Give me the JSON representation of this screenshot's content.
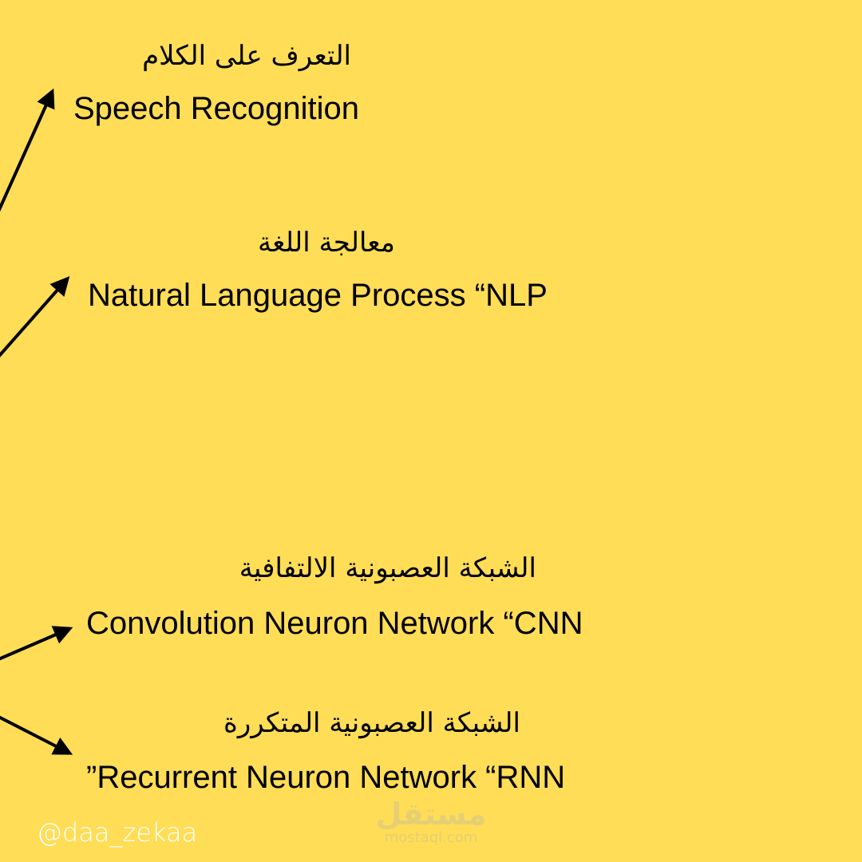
{
  "items": [
    {
      "arabic": "التعرف على الكلام",
      "english": "Speech Recognition"
    },
    {
      "arabic": "معالجة اللغة",
      "english": "Natural Language Process “NLP"
    },
    {
      "arabic": "الشبكة العصبونية الالتفافية",
      "english": "Convolution Neuron Network “CNN"
    },
    {
      "arabic": "الشبكة العصبونية المتكررة",
      "english": "”Recurrent Neuron Network “RNN"
    }
  ],
  "footer": {
    "handle": "@daa_zekaa",
    "watermark_arabic": "مستقل",
    "watermark_domain": "mostaql.com"
  },
  "colors": {
    "background": "#FFDD57",
    "text": "#000000",
    "handle": "#FFFFFF"
  }
}
